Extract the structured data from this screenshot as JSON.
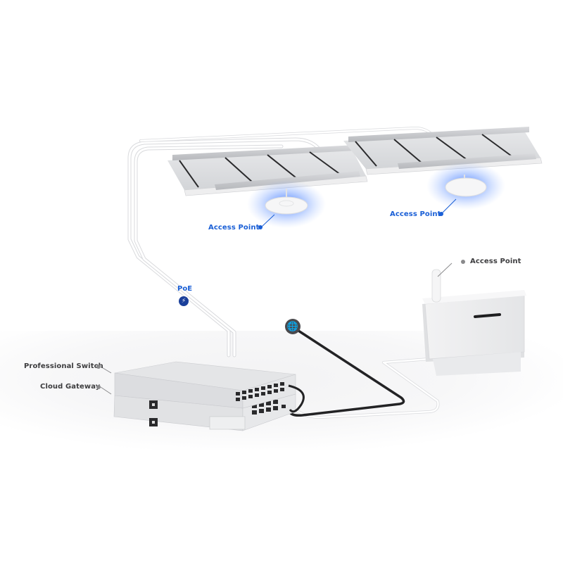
{
  "diagram": {
    "type": "network-topology",
    "labels": {
      "ap_ceiling_left": "Access Point",
      "ap_ceiling_right": "Access Point",
      "ap_outdoor": "Access Point",
      "switch": "Professional Switch",
      "gateway": "Cloud Gateway",
      "poe": "PoE"
    },
    "icons": {
      "poe": "lightning-bolt-icon",
      "internet": "globe-icon"
    },
    "nodes": [
      {
        "id": "ap1",
        "label": "Access Point",
        "kind": "ceiling access point"
      },
      {
        "id": "ap2",
        "label": "Access Point",
        "kind": "ceiling access point"
      },
      {
        "id": "ap3",
        "label": "Access Point",
        "kind": "outdoor / cabinet access point"
      },
      {
        "id": "switch",
        "label": "Professional Switch",
        "kind": "PoE switch"
      },
      {
        "id": "gateway",
        "label": "Cloud Gateway",
        "kind": "gateway"
      },
      {
        "id": "internet",
        "label": "",
        "kind": "internet uplink"
      }
    ],
    "edges": [
      {
        "from": "switch",
        "to": "ap1",
        "style": "white cable",
        "label": "PoE"
      },
      {
        "from": "switch",
        "to": "ap2",
        "style": "white cable"
      },
      {
        "from": "switch",
        "to": "ap3",
        "style": "white cable"
      },
      {
        "from": "gateway",
        "to": "internet",
        "style": "black cable"
      },
      {
        "from": "switch",
        "to": "gateway",
        "style": "black patch cables"
      }
    ],
    "colors": {
      "accent_blue": "#1a5fd6",
      "poe_badge": "#1a3f9a",
      "label_gray": "#3d3d3f",
      "internet_badge": "#4a4a4e",
      "ap_glow": "#2f6bff"
    }
  }
}
